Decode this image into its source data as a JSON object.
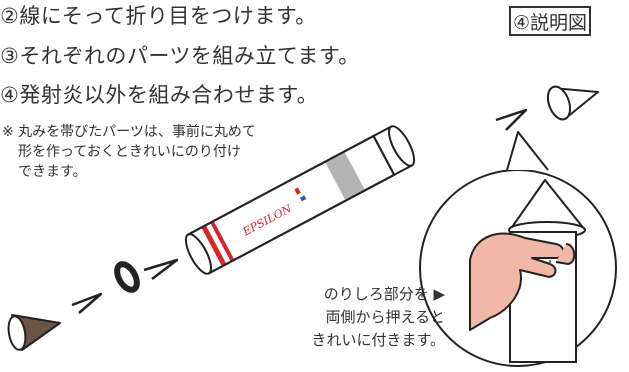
{
  "steps": [
    "②線にそって折り目をつけます。",
    "③それぞれのパーツを組み立てます。",
    "④発射炎以外を組み合わせます。"
  ],
  "figure_title": "④説明図",
  "note": {
    "lines": [
      "※ 丸みを帯びたパーツは、事前に丸めて",
      "形を作っておくときれいにのり付け",
      "できます。"
    ]
  },
  "callout": {
    "lines": [
      "のりしろ部分を ▶",
      "両側から押えると",
      "きれいに付きます。"
    ]
  },
  "rocket_logo": "EPSILON",
  "colors": {
    "outline": "#222222",
    "red": "#d7262b",
    "gray": "#b3b3b3",
    "brown": "#6b5444",
    "skin": "#f1b8a8"
  }
}
